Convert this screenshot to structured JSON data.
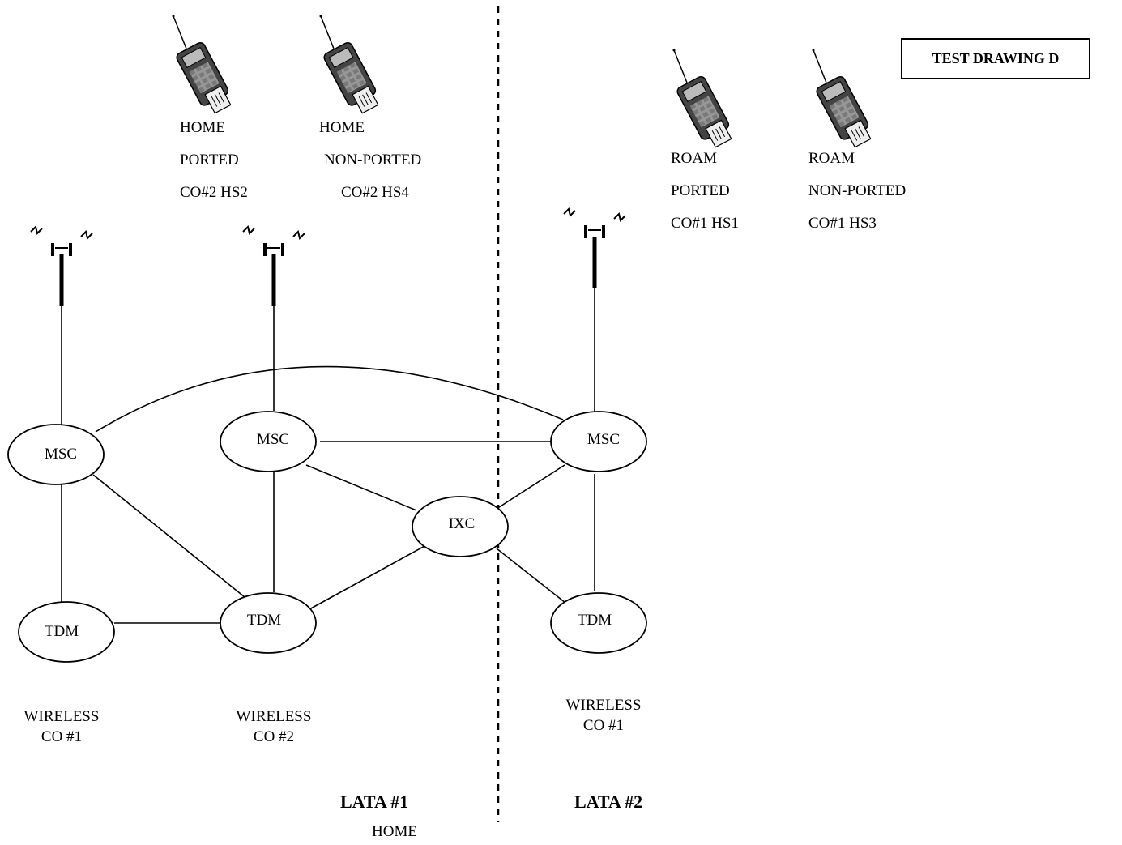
{
  "title": "TEST DRAWING  D",
  "regions": {
    "lata1": "LATA #1",
    "lata1_sub": "HOME",
    "lata2": "LATA #2"
  },
  "nodes": {
    "msc1": "MSC",
    "msc2": "MSC",
    "msc3": "MSC",
    "ixc": "IXC",
    "tdm1": "TDM",
    "tdm2": "TDM",
    "tdm3": "TDM"
  },
  "carriers": {
    "co1_lata1": [
      "WIRELESS",
      "CO #1"
    ],
    "co2_lata1": [
      "WIRELESS",
      "CO #2"
    ],
    "co1_lata2": [
      "WIRELESS",
      "CO #1"
    ]
  },
  "handsets": [
    {
      "lines": [
        "HOME",
        "PORTED",
        "CO#2 HS2"
      ]
    },
    {
      "lines": [
        "HOME",
        "NON-PORTED",
        "CO#2 HS4"
      ]
    },
    {
      "lines": [
        "ROAM",
        "PORTED",
        "CO#1 HS1"
      ]
    },
    {
      "lines": [
        "ROAM",
        "NON-PORTED",
        "CO#1 HS3"
      ]
    }
  ]
}
